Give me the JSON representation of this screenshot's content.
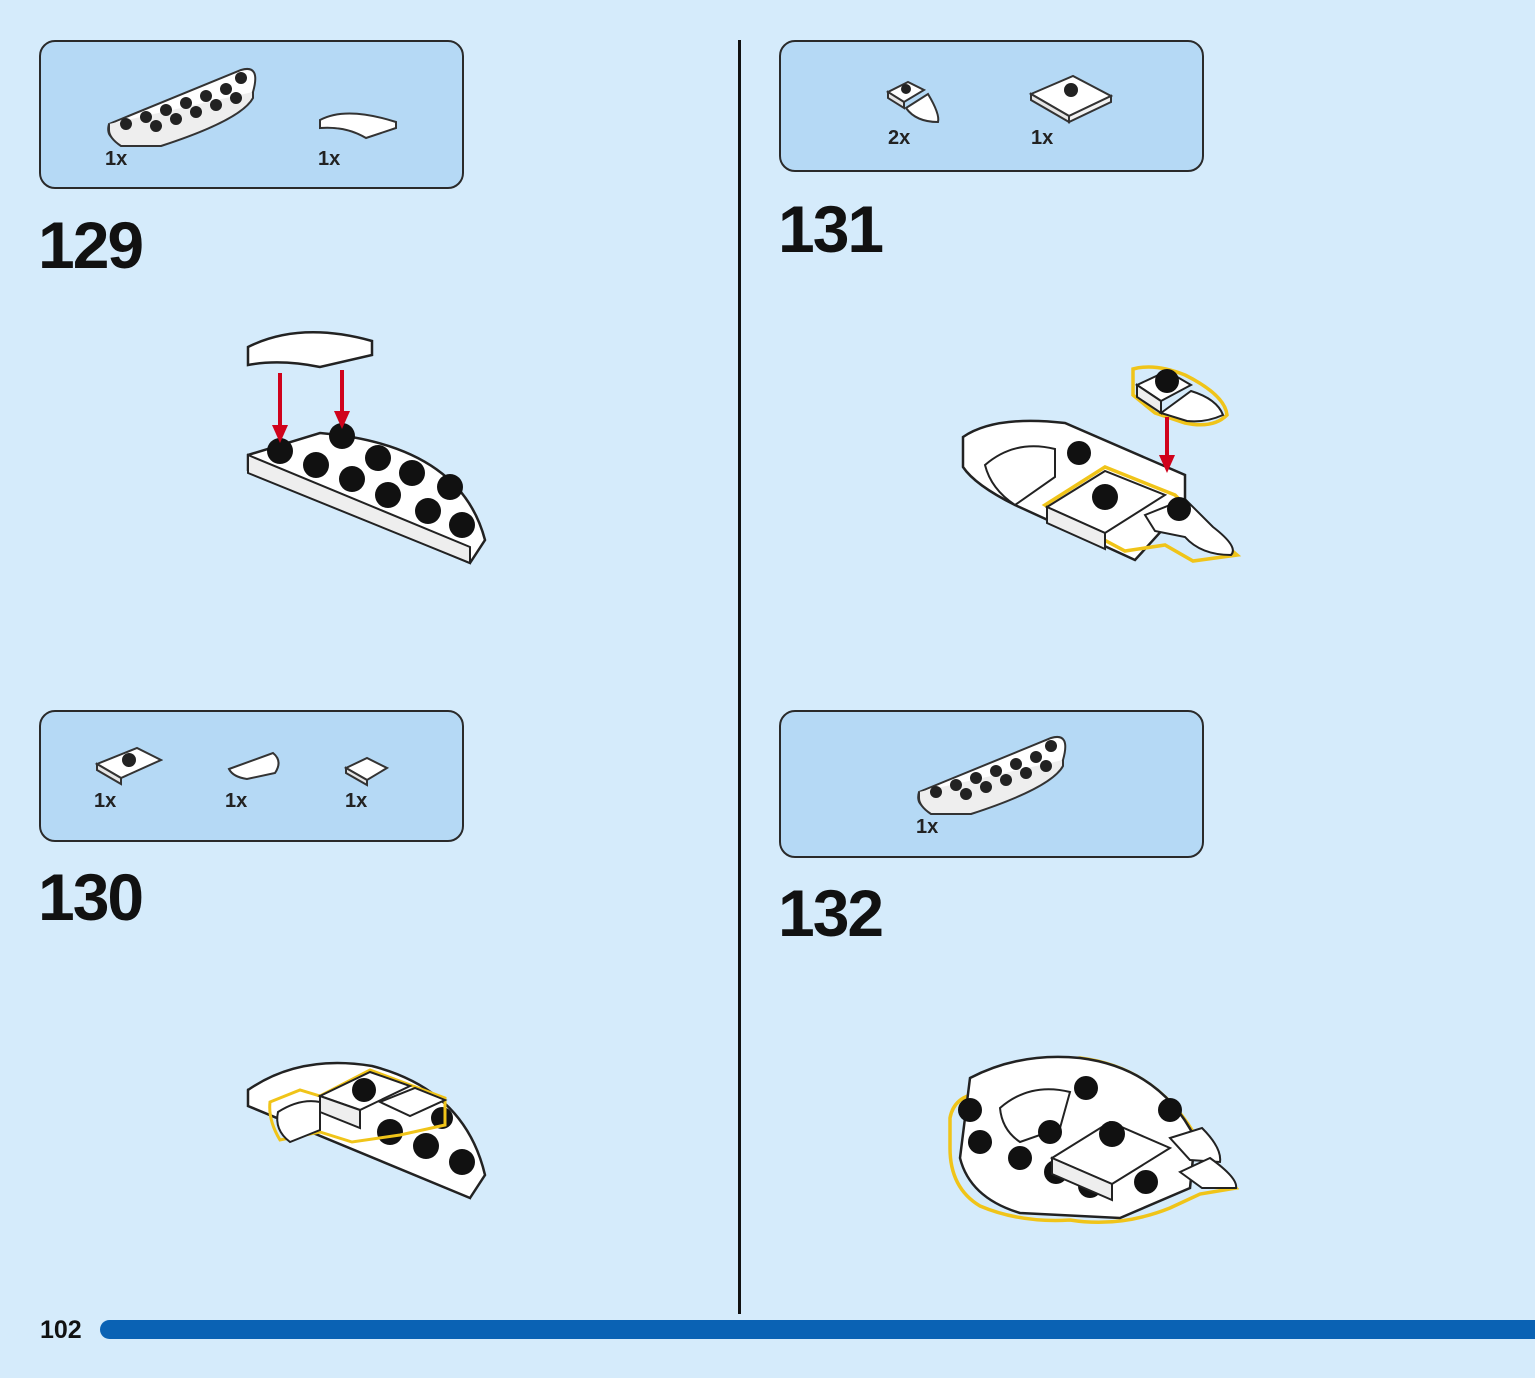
{
  "page": {
    "number": "102"
  },
  "steps": [
    {
      "number": "129",
      "parts": [
        {
          "qty": "1x",
          "icon": "half-round-plate-2x8-icon"
        },
        {
          "qty": "1x",
          "icon": "curved-tile-icon"
        }
      ]
    },
    {
      "number": "130",
      "parts": [
        {
          "qty": "1x",
          "icon": "jumper-plate-icon"
        },
        {
          "qty": "1x",
          "icon": "quarter-round-tile-icon"
        },
        {
          "qty": "1x",
          "icon": "tile-1x1-icon"
        }
      ]
    },
    {
      "number": "131",
      "parts": [
        {
          "qty": "2x",
          "icon": "plate-with-tooth-icon"
        },
        {
          "qty": "1x",
          "icon": "jumper-plate-2x2-icon"
        }
      ]
    },
    {
      "number": "132",
      "parts": [
        {
          "qty": "1x",
          "icon": "half-round-plate-2x8-icon"
        }
      ]
    }
  ],
  "colors": {
    "background": "#d5ebfb",
    "parts_box": "#b5d9f5",
    "highlight": "#f0c419",
    "arrow": "#d0021b",
    "progress": "#0a62b4"
  }
}
